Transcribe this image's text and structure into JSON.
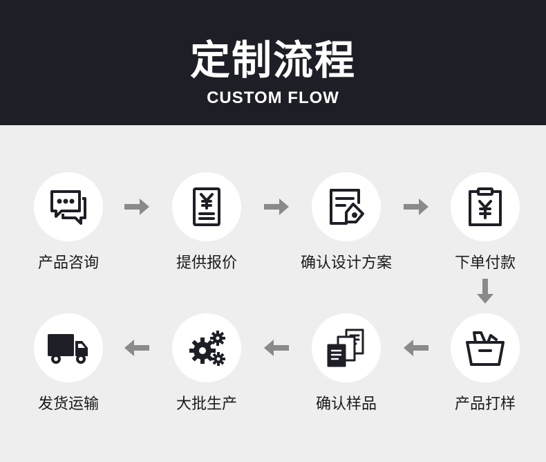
{
  "header": {
    "title": "定制流程",
    "subtitle": "CUSTOM FLOW"
  },
  "steps": [
    {
      "label": "产品咨询",
      "icon": "chat-bubbles-icon"
    },
    {
      "label": "提供报价",
      "icon": "yuan-document-icon"
    },
    {
      "label": "确认设计方案",
      "icon": "design-document-icon"
    },
    {
      "label": "下单付款",
      "icon": "yuan-clipboard-icon"
    },
    {
      "label": "产品打样",
      "icon": "basket-icon"
    },
    {
      "label": "确认样品",
      "icon": "documents-icon"
    },
    {
      "label": "大批生产",
      "icon": "gears-icon"
    },
    {
      "label": "发货运输",
      "icon": "delivery-truck-icon"
    }
  ],
  "colors": {
    "header_bg": "#1e1f26",
    "page_bg": "#eeeeee",
    "circle_bg": "#ffffff",
    "icon": "#1e1f26",
    "arrow": "#8a8a8a"
  }
}
